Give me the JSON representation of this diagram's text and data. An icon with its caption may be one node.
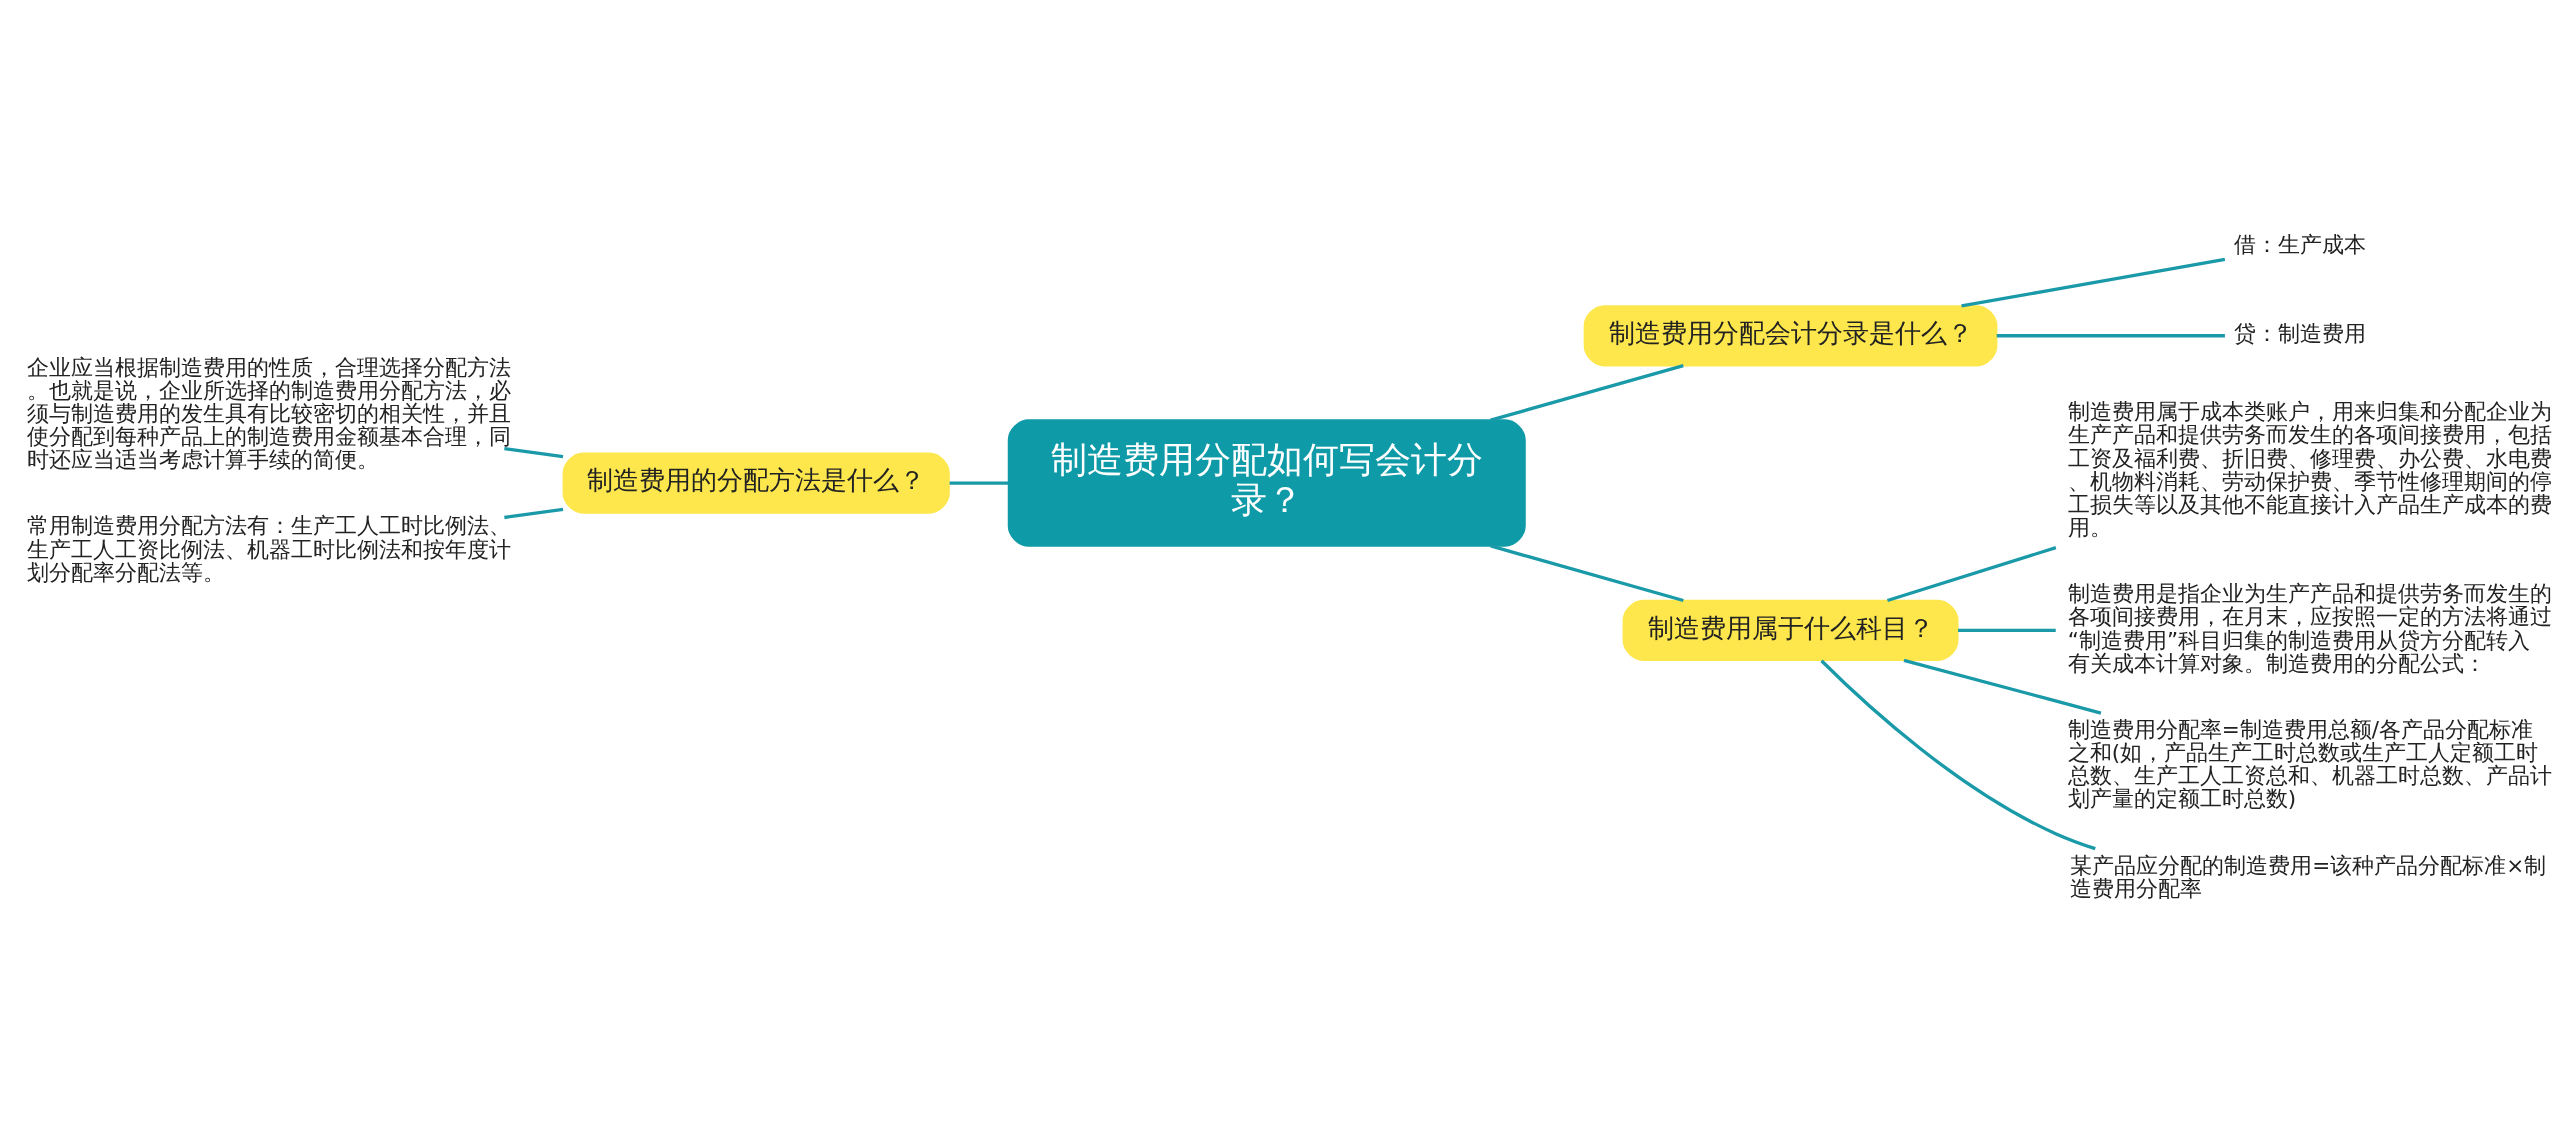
{
  "diagram": {
    "nodes": [
      {
        "text": [
          "制造费用分配如何写会计分录？"
        ]
      },
      {
        "text": [
          "制造费用的分配方法是什么？"
        ]
      },
      {
        "text": [
          "企业应当根据制造费用的性质，合理选择分配方法。也就是说，企业所选择的制造费用分配方法，必须与制造费用的发生具有比较密切的相关性，并且使分配到每种产品上的制造费用金额基本合理，同时还应当适当考虑计算手续的简便。"
        ]
      },
      {
        "text": [
          "常用制造费用分配方法有：生产工人工时比例法、生产工人工资比例法、机器工时比例法和按年度计划分配率分配法等。"
        ]
      },
      {
        "text": [
          "制造费用分配会计分录是什么？"
        ]
      },
      {
        "text": [
          "借：生产成本"
        ]
      },
      {
        "text": [
          "贷：制造费用"
        ]
      },
      {
        "text": [
          "制造费用属于什么科目？"
        ]
      },
      {
        "text": [
          "制造费用属于成本类账户，用来归集和分配企业为生产产品和提供劳务而发生的各项间接费用，包括工资及福利费、折旧费、修理费、办公费、水电费、机物料消耗、劳动保护费、季节性修理期间的停工损失等以及其他不能直接计入产品生产成本的费用。"
        ]
      },
      {
        "text": [
          "制造费用是指企业为生产产品和提供劳务而发生的各项间接费用，在月末，应按照一定的方法将通过“制造费用”科目归集的制造费用从贷方分配转入有关成本计算对象。制造费用的分配公式："
        ]
      },
      {
        "text": [
          "制造费用分配率=制造费用总额/各产品分配标准之和(如，产品生产工时总数或生产工人定额工时总数、生产工人工资总和、机器工时总数、产品计划产量的定额工时总数)"
        ]
      },
      {
        "text": [
          "某产品应分配的制造费用=该种产品分配标准×制造费用分配率"
        ]
      }
    ],
    "edges": [
      {
        "from": 0,
        "to": 1,
        "arrow": "none"
      },
      {
        "from": 1,
        "to": 2,
        "arrow": "none"
      },
      {
        "from": 1,
        "to": 3,
        "arrow": "none"
      },
      {
        "from": 0,
        "to": 4,
        "arrow": "none"
      },
      {
        "from": 4,
        "to": 5,
        "arrow": "none"
      },
      {
        "from": 4,
        "to": 6,
        "arrow": "none"
      },
      {
        "from": 0,
        "to": 7,
        "arrow": "none"
      },
      {
        "from": 7,
        "to": 8,
        "arrow": "none"
      },
      {
        "from": 7,
        "to": 9,
        "arrow": "none"
      },
      {
        "from": 7,
        "to": 10,
        "arrow": "none"
      },
      {
        "from": 7,
        "to": 11,
        "arrow": "none"
      }
    ]
  }
}
